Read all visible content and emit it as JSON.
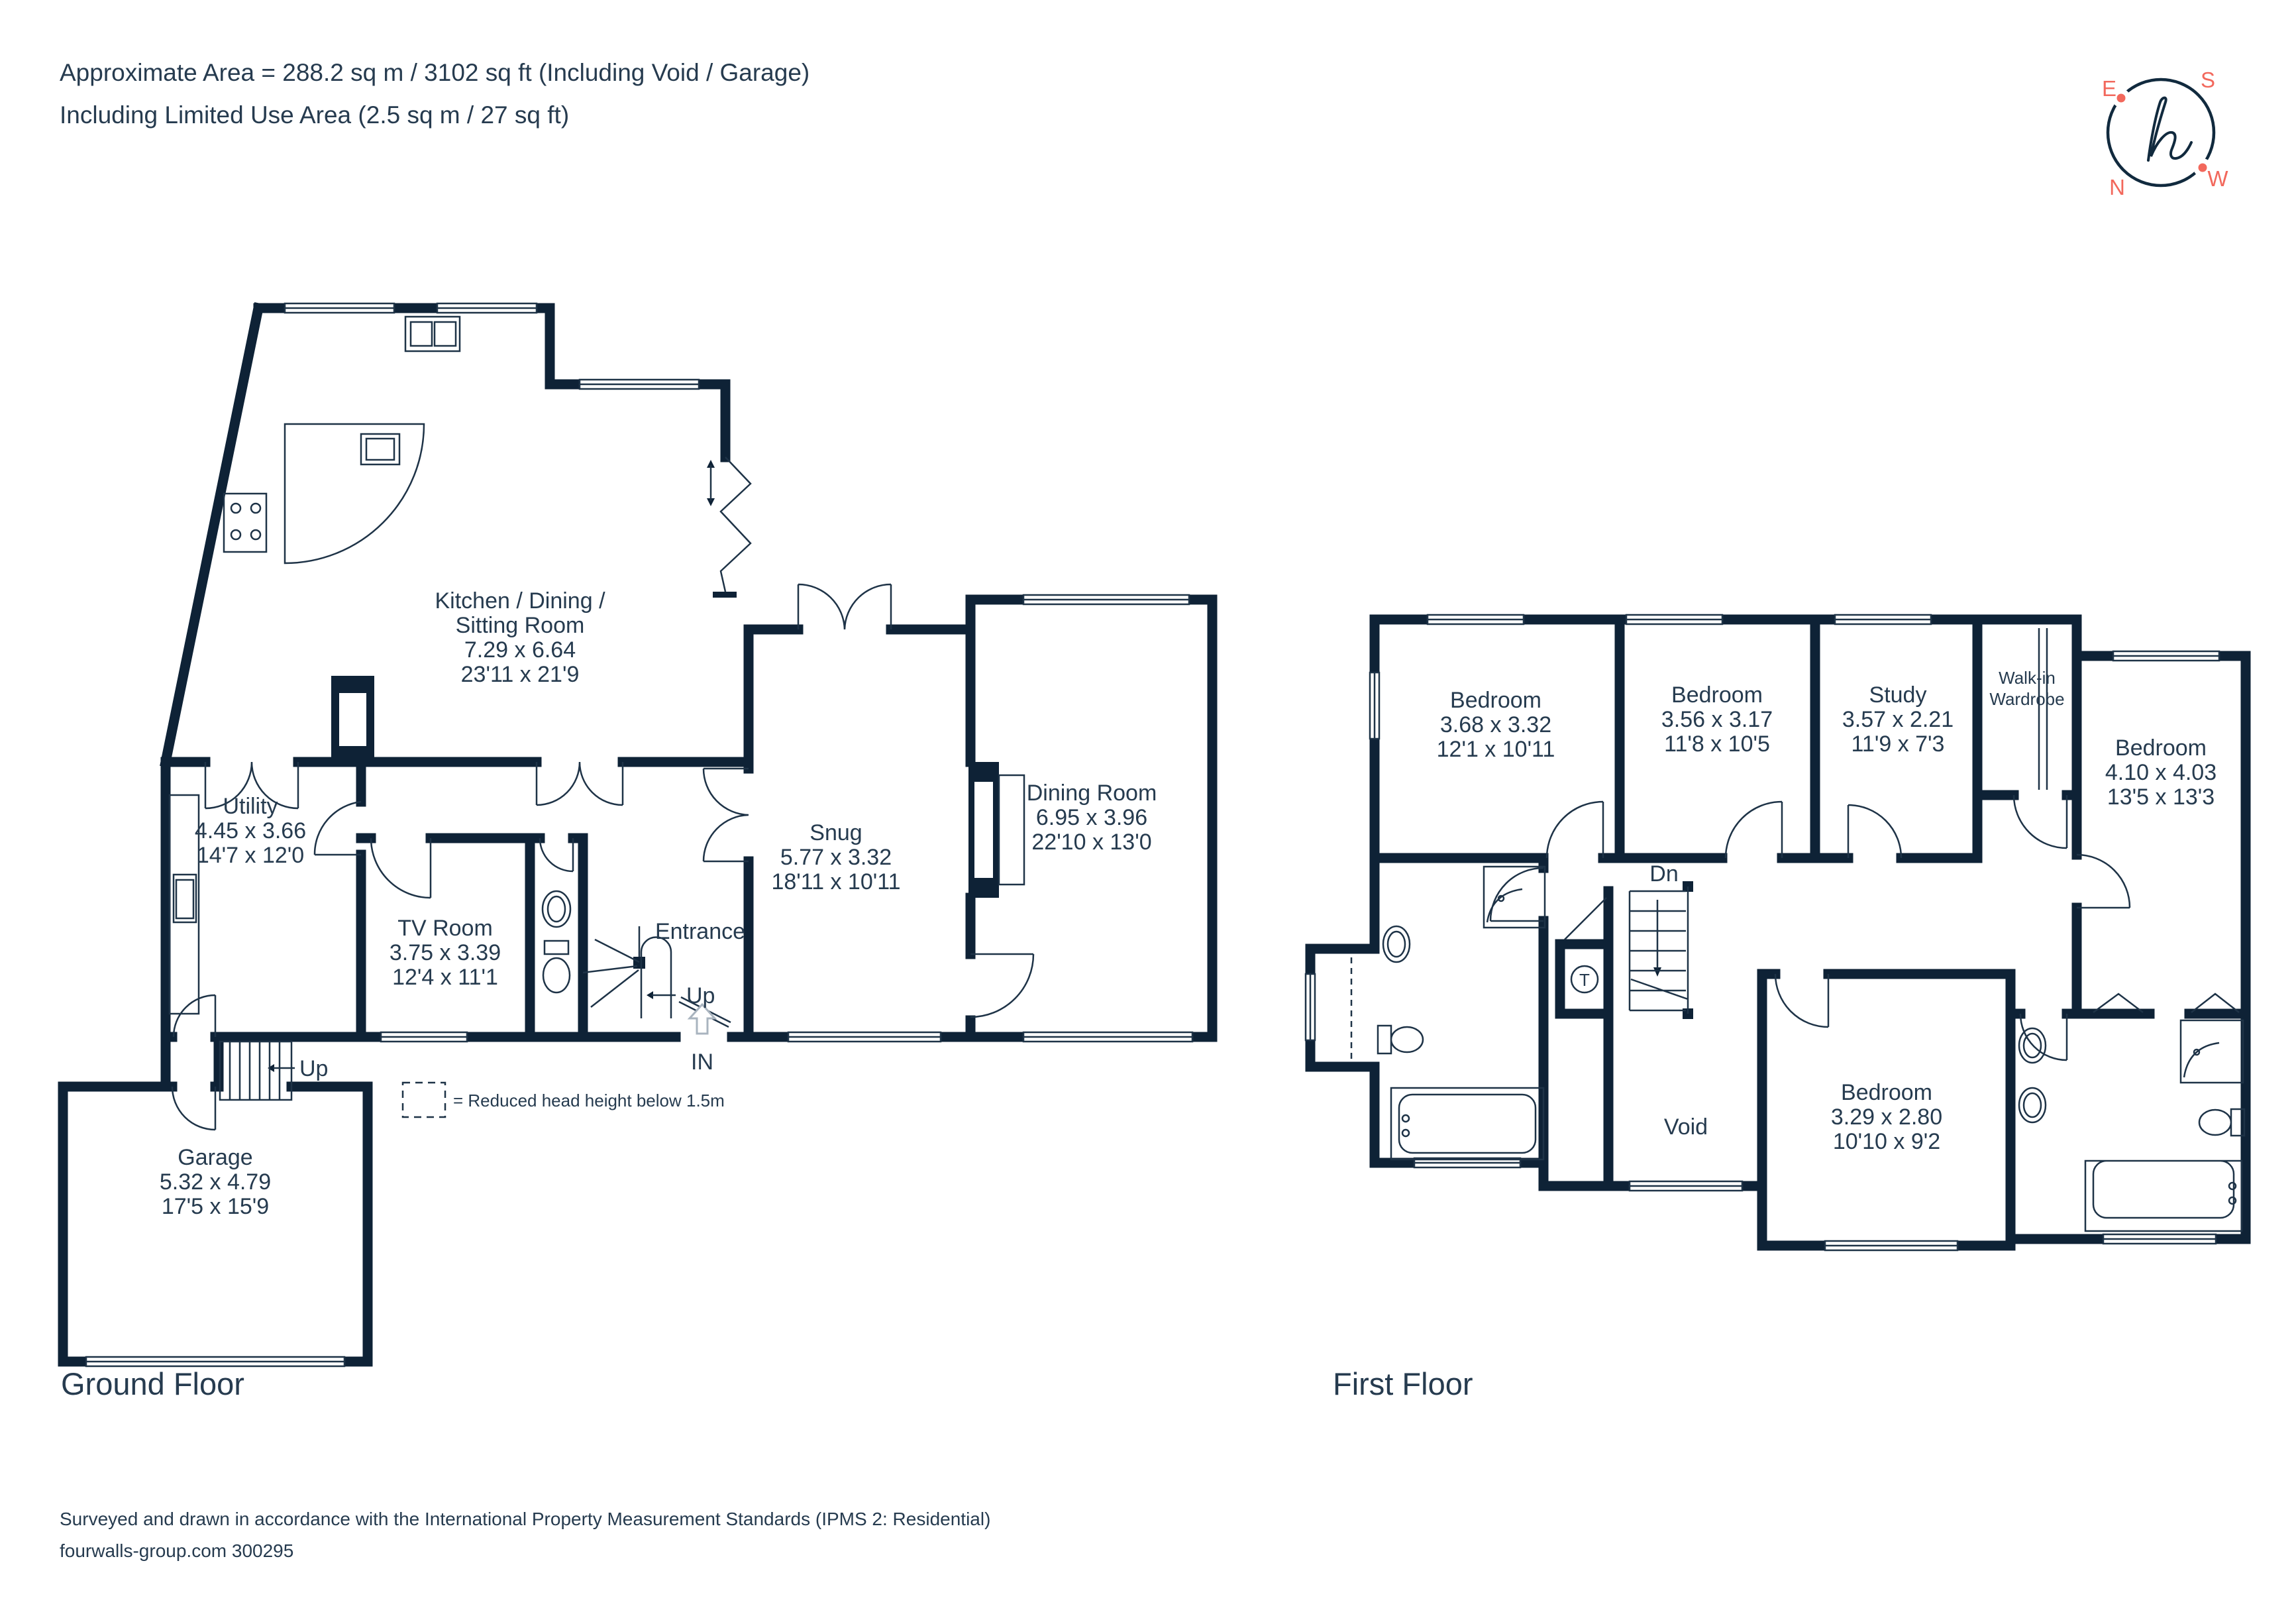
{
  "header": {
    "line1": "Approximate Area = 288.2 sq m / 3102 sq ft (Including Void / Garage)",
    "line2": "Including Limited Use Area (2.5 sq m / 27 sq ft)"
  },
  "compass": {
    "n": "N",
    "e": "E",
    "s": "S",
    "w": "W"
  },
  "colors": {
    "wall": "#0E2236",
    "line": "#1E3347",
    "text": "#263B4F",
    "muted": "#A9B4BF",
    "accent": "#F2685C"
  },
  "legend": {
    "label": "= Reduced head height below 1.5m"
  },
  "ground_floor": {
    "title": "Ground Floor",
    "rooms": {
      "kitchen": {
        "name1": "Kitchen / Dining /",
        "name2": "Sitting Room",
        "metric": "7.29 x 6.64",
        "imperial": "23'11 x 21'9"
      },
      "utility": {
        "name": "Utility",
        "metric": "4.45 x 3.66",
        "imperial": "14'7 x 12'0"
      },
      "tv_room": {
        "name": "TV Room",
        "metric": "3.75 x 3.39",
        "imperial": "12'4 x 11'1"
      },
      "snug": {
        "name": "Snug",
        "metric": "5.77 x 3.32",
        "imperial": "18'11 x 10'11"
      },
      "dining_room": {
        "name": "Dining Room",
        "metric": "6.95 x 3.96",
        "imperial": "22'10 x 13'0"
      },
      "garage": {
        "name": "Garage",
        "metric": "5.32 x 4.79",
        "imperial": "17'5 x 15'9"
      },
      "entrance": {
        "name": "Entrance"
      }
    },
    "labels": {
      "up_entrance": "Up",
      "up_garage": "Up",
      "in": "IN"
    }
  },
  "first_floor": {
    "title": "First Floor",
    "rooms": {
      "bedroom1": {
        "name": "Bedroom",
        "metric": "3.68 x 3.32",
        "imperial": "12'1 x 10'11"
      },
      "bedroom2": {
        "name": "Bedroom",
        "metric": "3.56 x 3.17",
        "imperial": "11'8 x 10'5"
      },
      "study": {
        "name": "Study",
        "metric": "3.57 x 2.21",
        "imperial": "11'9 x 7'3"
      },
      "walk_in_wardrobe": {
        "name1": "Walk-in",
        "name2": "Wardrobe"
      },
      "bedroom3": {
        "name": "Bedroom",
        "metric": "4.10 x 4.03",
        "imperial": "13'5 x 13'3"
      },
      "bedroom4": {
        "name": "Bedroom",
        "metric": "3.29 x 2.80",
        "imperial": "10'10 x 9'2"
      }
    },
    "labels": {
      "dn": "Dn",
      "void": "Void",
      "tumble_dryer": "T"
    }
  },
  "footer": {
    "line1": "Surveyed and drawn in accordance with the International Property Measurement Standards (IPMS 2: Residential)",
    "line2": "fourwalls-group.com 300295"
  }
}
